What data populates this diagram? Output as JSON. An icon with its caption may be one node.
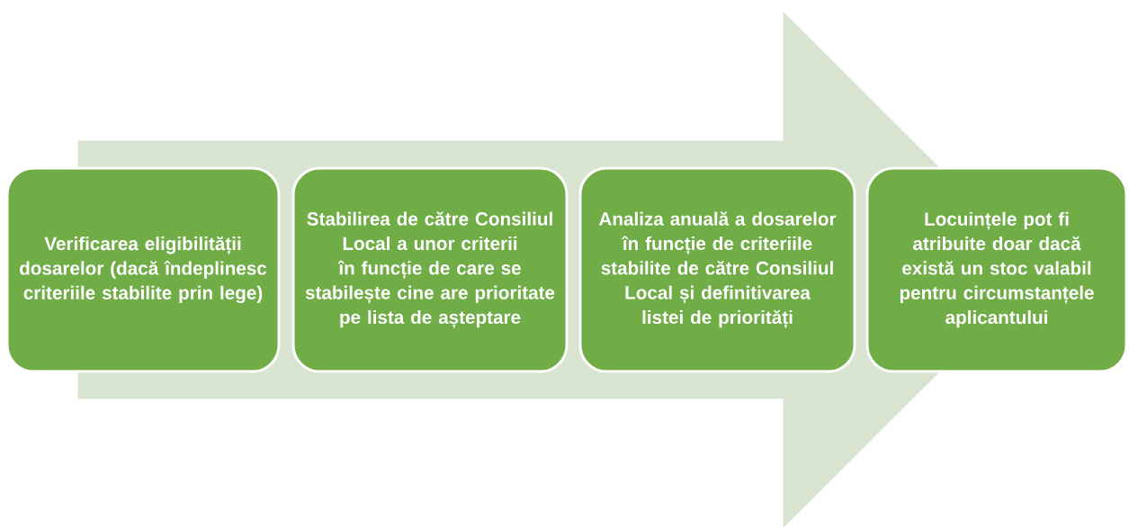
{
  "diagram": {
    "nodes": [
      {
        "text": [
          "Verificarea eligibilității dosarelor (dacă îndeplinesc criteriile stabilite prin lege)"
        ]
      },
      {
        "text": [
          "Stabilirea de către Consiliul Local a unor criterii în funcție de care se stabilește cine are prioritate pe lista de așteptare"
        ]
      },
      {
        "text": [
          "Analiza anuală a dosarelor în funcție de criteriile stabilite de către Consiliul Local și definitivarea listei de priorități"
        ]
      },
      {
        "text": [
          "Locuințele pot fi atribuite doar dacă există un stoc valabil pentru circumstanțele aplicantului"
        ]
      }
    ],
    "edges": [
      {
        "from": 0,
        "to": 3,
        "arrow": "to"
      }
    ]
  }
}
